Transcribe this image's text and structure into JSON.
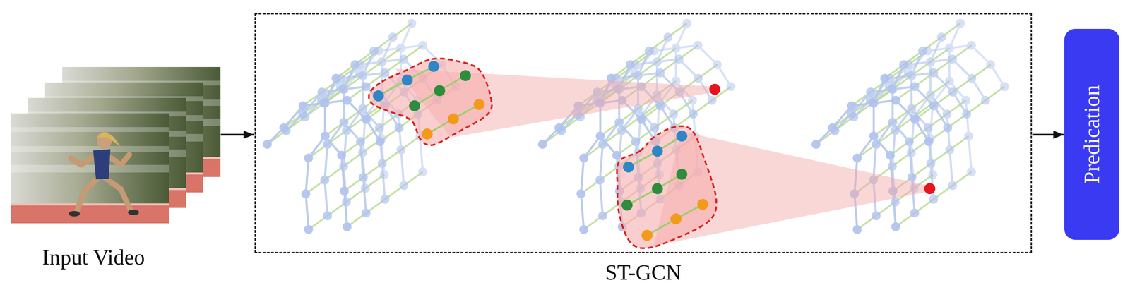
{
  "diagram": {
    "nodes": [
      {
        "text": [
          "Input Video"
        ]
      },
      {
        "text": [
          "ST-GCN"
        ]
      },
      {
        "text": [
          "Predication"
        ]
      }
    ],
    "edges": [
      {
        "from": 0,
        "to": 1,
        "arrow": "to"
      },
      {
        "from": 1,
        "to": 2,
        "arrow": "to"
      }
    ]
  }
}
